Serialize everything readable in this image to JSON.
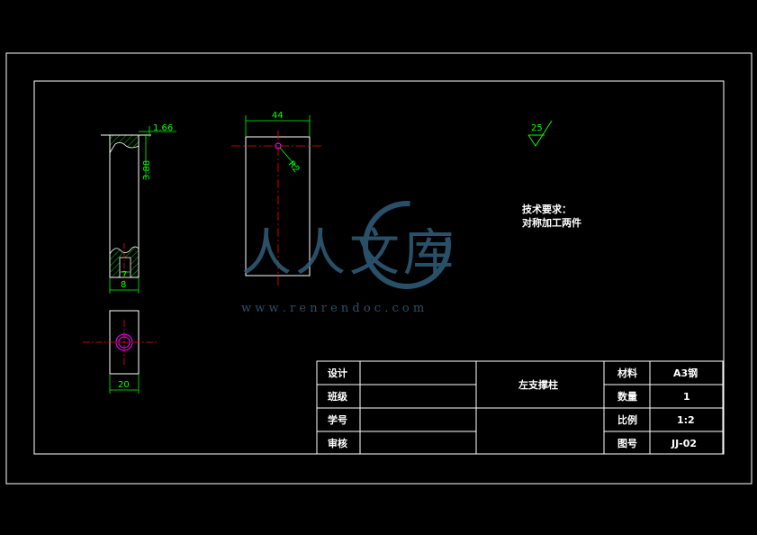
{
  "colors": {
    "background": "#000000",
    "outline": "#ffffff",
    "dimension": "#00ff00",
    "centerline": "#ff0000",
    "hatch": "#00ff00",
    "hole": "#ff00ff",
    "watermark": "#2f5f7c"
  },
  "dimensions": {
    "side_top_offset": "1.66",
    "side_depth": "3.88",
    "side_small": "7",
    "side_width": "8",
    "front_width": "44",
    "front_radius": "R2",
    "bottom_width": "20"
  },
  "roughness": {
    "value": "25"
  },
  "notes": {
    "title": "技术要求：",
    "line1": "对称加工两件"
  },
  "watermark": {
    "text": "人人文库",
    "url": "w w w . r e n r e n d o c . c o m"
  },
  "title_block": {
    "part_name": "左支撑柱",
    "rows": [
      {
        "label": "设计",
        "value": "",
        "prop": "材料",
        "prop_value": "A3钢"
      },
      {
        "label": "班级",
        "value": "",
        "prop": "数量",
        "prop_value": "1"
      },
      {
        "label": "学号",
        "value": "",
        "prop": "比例",
        "prop_value": "1:2"
      },
      {
        "label": "审核",
        "value": "",
        "prop": "图号",
        "prop_value": "JJ-02"
      }
    ]
  }
}
